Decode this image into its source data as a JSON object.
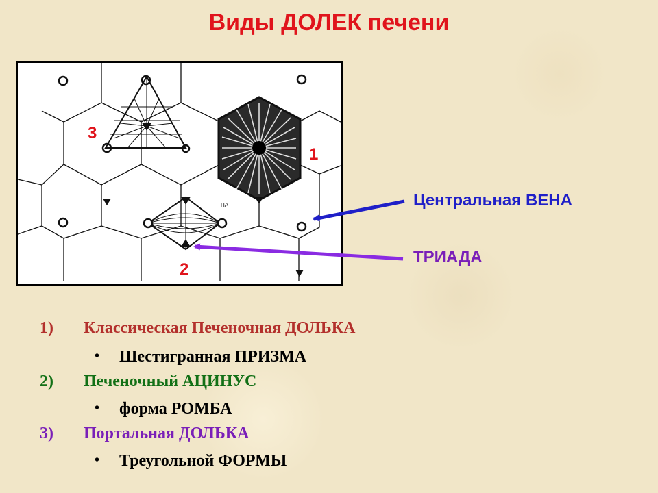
{
  "title": "Виды ДОЛЕК печени",
  "diagram": {
    "labels": {
      "n1": "1",
      "n2": "2",
      "n3": "3",
      "pa": "ПА"
    }
  },
  "callouts": {
    "central_vein": {
      "text": "Центральная ВЕНА",
      "color": "#1f1fc8"
    },
    "triad": {
      "text": "ТРИАДА",
      "color": "#7a1fb8"
    }
  },
  "list": [
    {
      "num": "1)",
      "text": "Классическая Печеночная ДОЛЬКА",
      "color": "#b3302c",
      "sub": "Шестигранная ПРИЗМА"
    },
    {
      "num": "2)",
      "text": "Печеночный АЦИНУС",
      "color": "#127016",
      "sub": "форма РОМБА"
    },
    {
      "num": "3)",
      "text": "Портальная ДОЛЬКА",
      "color": "#7a1fb8",
      "sub": "Треугольной ФОРМЫ"
    }
  ],
  "colors": {
    "title": "#e0141c",
    "background": "#f1e6c8"
  }
}
